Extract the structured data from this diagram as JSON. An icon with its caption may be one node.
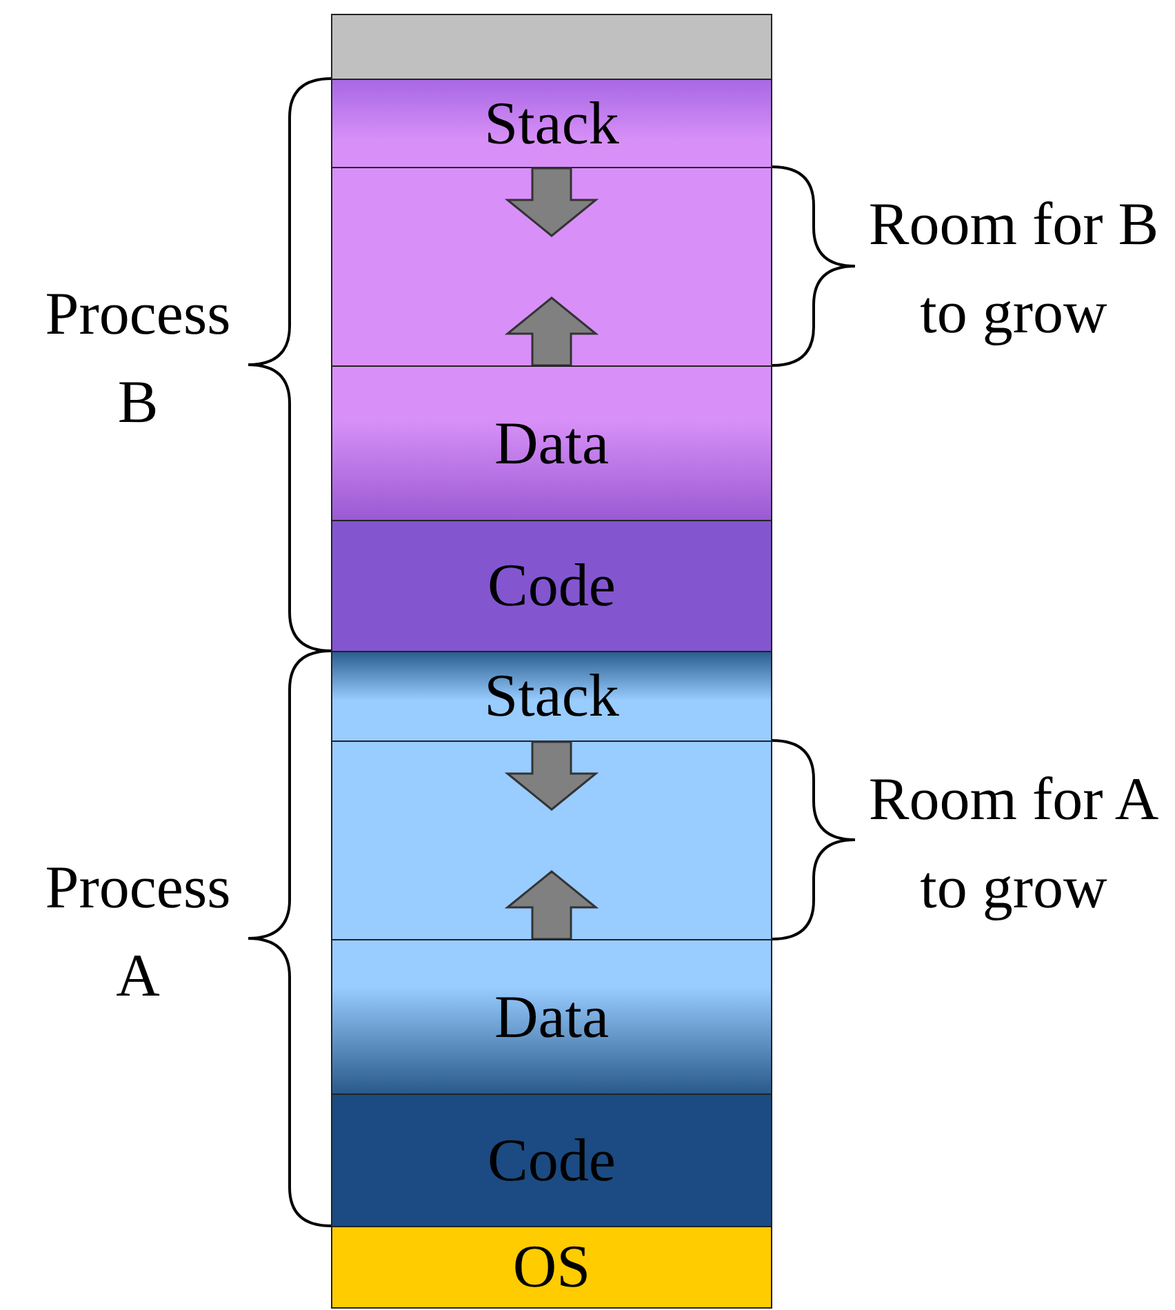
{
  "diagram": {
    "nodes": [
      {
        "text": [],
        "shape": "box"
      },
      {
        "text": [
          "Stack"
        ]
      },
      {
        "text": [],
        "shape": "box"
      },
      {
        "text": [
          "Data"
        ]
      },
      {
        "text": [
          "Code"
        ]
      },
      {
        "text": [
          "Stack"
        ]
      },
      {
        "text": [],
        "shape": "box"
      },
      {
        "text": [
          "Data"
        ]
      },
      {
        "text": [
          "Code"
        ]
      },
      {
        "text": [
          "OS"
        ]
      }
    ],
    "labels": [
      "Process B",
      "Room for B to grow",
      "Process A",
      "Room for A to grow"
    ]
  }
}
